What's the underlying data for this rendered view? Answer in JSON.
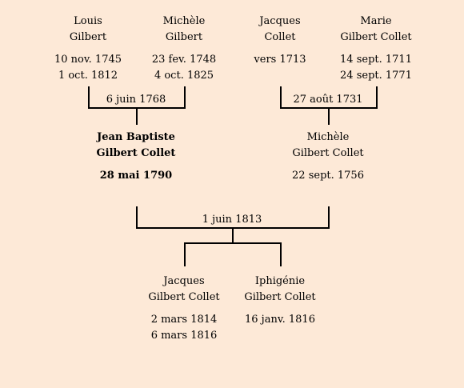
{
  "gen1": [
    {
      "first": "Louis",
      "last": "Gilbert",
      "born": "10 nov. 1745",
      "died": "1 oct. 1812"
    },
    {
      "first": "Michèle",
      "last": "Gilbert",
      "born": "23 fev. 1748",
      "died": "4 oct. 1825"
    },
    {
      "first": "Jacques",
      "last": "Collet",
      "born": "vers 1713",
      "died": ""
    },
    {
      "first": "Marie",
      "last": "Gilbert Collet",
      "born": "14 sept. 1711",
      "died": "24 sept. 1771"
    }
  ],
  "marriage1": "6 juin 1768",
  "marriage2": "27 août 1731",
  "gen2": [
    {
      "first": "Jean Baptiste",
      "last": "Gilbert Collet",
      "born": "28 mai 1790"
    },
    {
      "first": "Michèle",
      "last": "Gilbert Collet",
      "born": "22 sept. 1756"
    }
  ],
  "marriage3": "1 juin 1813",
  "gen3": [
    {
      "first": "Jacques",
      "last": "Gilbert Collet",
      "born": "2 mars 1814",
      "died": "6 mars 1816"
    },
    {
      "first": "Iphigénie",
      "last": "Gilbert Collet",
      "born": "16 janv. 1816",
      "died": ""
    }
  ]
}
